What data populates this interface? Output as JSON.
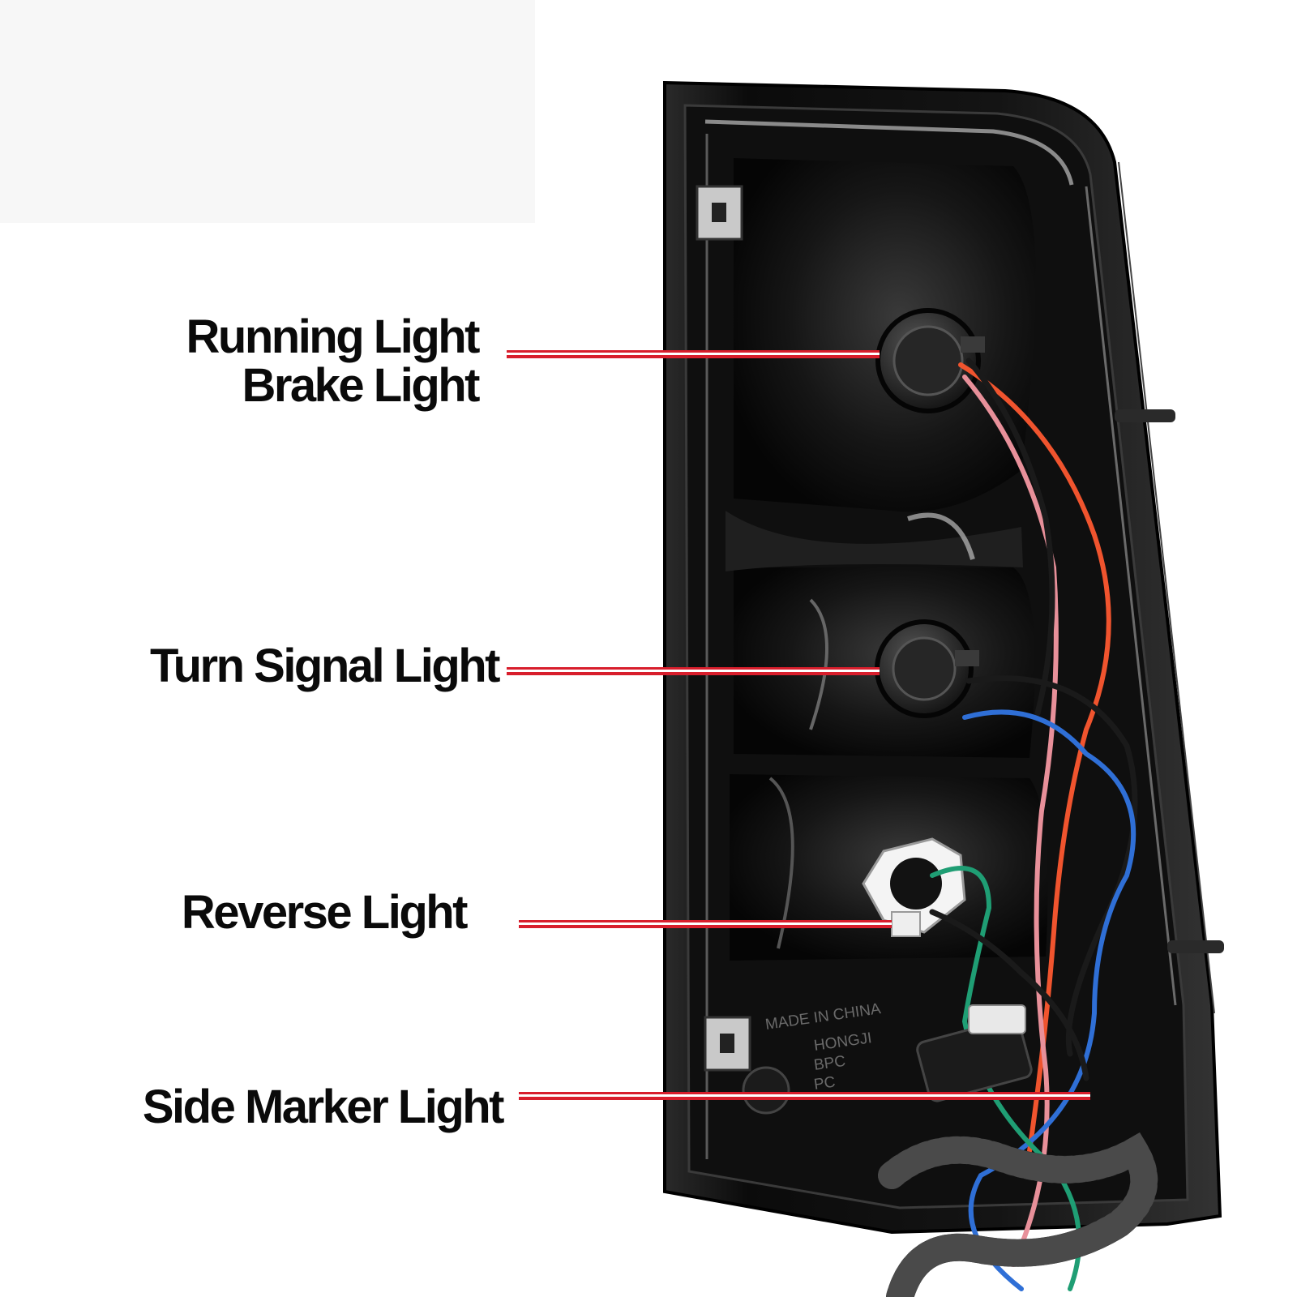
{
  "labels": {
    "running": [
      "Running Light",
      "Brake Light"
    ],
    "turn": "Turn Signal Light",
    "reverse": "Reverse Light",
    "marker": "Side Marker Light"
  },
  "housing_markings": [
    "MADE IN CHINA",
    "HONGJI",
    "BPC",
    "PC"
  ],
  "colors": {
    "leader_line": "#d81e2c",
    "housing": "#101010",
    "wire_red": "#f0542e",
    "wire_pink": "#e8909a",
    "wire_blue": "#2f6fd6",
    "wire_green": "#1f9e74",
    "wire_black": "#1a1a1a"
  }
}
